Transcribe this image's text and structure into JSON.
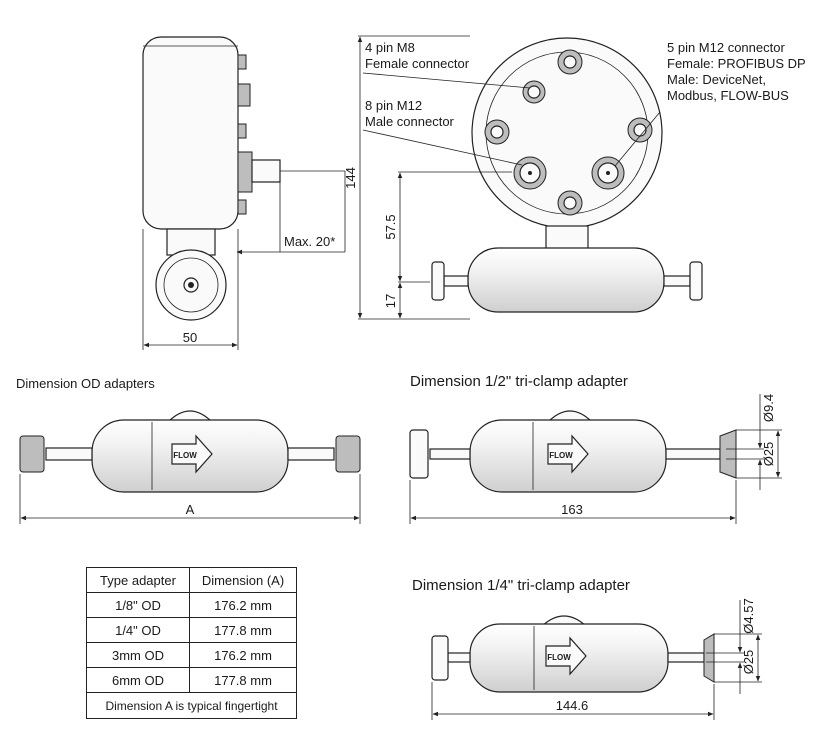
{
  "side_view": {
    "max_angle_label": "Max. 20*",
    "width_label": "50"
  },
  "front_view": {
    "m8_label_line1": "4 pin M8",
    "m8_label_line2": "Female connector",
    "m12_8pin_line1": "8 pin M12",
    "m12_8pin_line2": "Male connector",
    "m12_5pin_line1": "5 pin M12 connector",
    "m12_5pin_line2": "Female: PROFIBUS DP",
    "m12_5pin_line3": "Male: DeviceNet,",
    "m12_5pin_line4": "Modbus, FLOW-BUS",
    "dim_total_height": "144",
    "dim_connector_height": "57.5",
    "dim_bottom": "17"
  },
  "od_view": {
    "title": "Dimension OD adapters",
    "length_label": "A",
    "flow_label": "FLOW"
  },
  "half_inch_view": {
    "title": "Dimension 1/2\" tri-clamp adapter",
    "length_label": "163",
    "dia_small": "Ø9.4",
    "dia_large": "Ø25",
    "flow_label": "FLOW"
  },
  "quarter_inch_view": {
    "title": "Dimension 1/4\" tri-clamp adapter",
    "length_label": "144.6",
    "dia_small": "Ø4.57",
    "dia_large": "Ø25",
    "flow_label": "FLOW"
  },
  "od_table": {
    "headers": [
      "Type adapter",
      "Dimension (A)"
    ],
    "rows": [
      [
        "1/8\" OD",
        "176.2 mm"
      ],
      [
        "1/4\" OD",
        "177.8 mm"
      ],
      [
        "3mm OD",
        "176.2 mm"
      ],
      [
        "6mm OD",
        "177.8 mm"
      ]
    ],
    "footnote": "Dimension A is typical fingertight"
  }
}
